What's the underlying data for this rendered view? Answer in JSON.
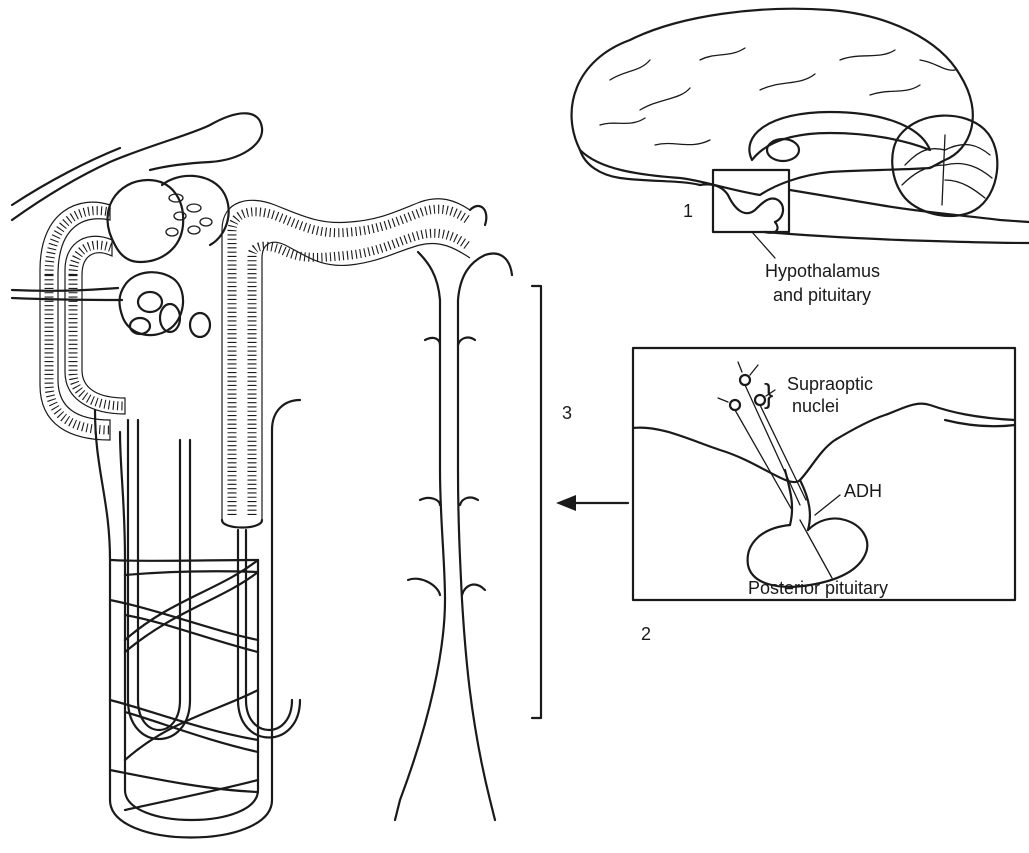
{
  "labels": {
    "step1": "1",
    "step2": "2",
    "step3": "3",
    "hypothalamus_line1": "Hypothalamus",
    "hypothalamus_line2": "and pituitary",
    "supraoptic_line1": "Supraoptic",
    "supraoptic_line2": "nuclei",
    "adh": "ADH",
    "posterior_pituitary": "Posterior pituitary"
  },
  "colors": {
    "ink": "#1a1a1a",
    "background": "#ffffff"
  }
}
